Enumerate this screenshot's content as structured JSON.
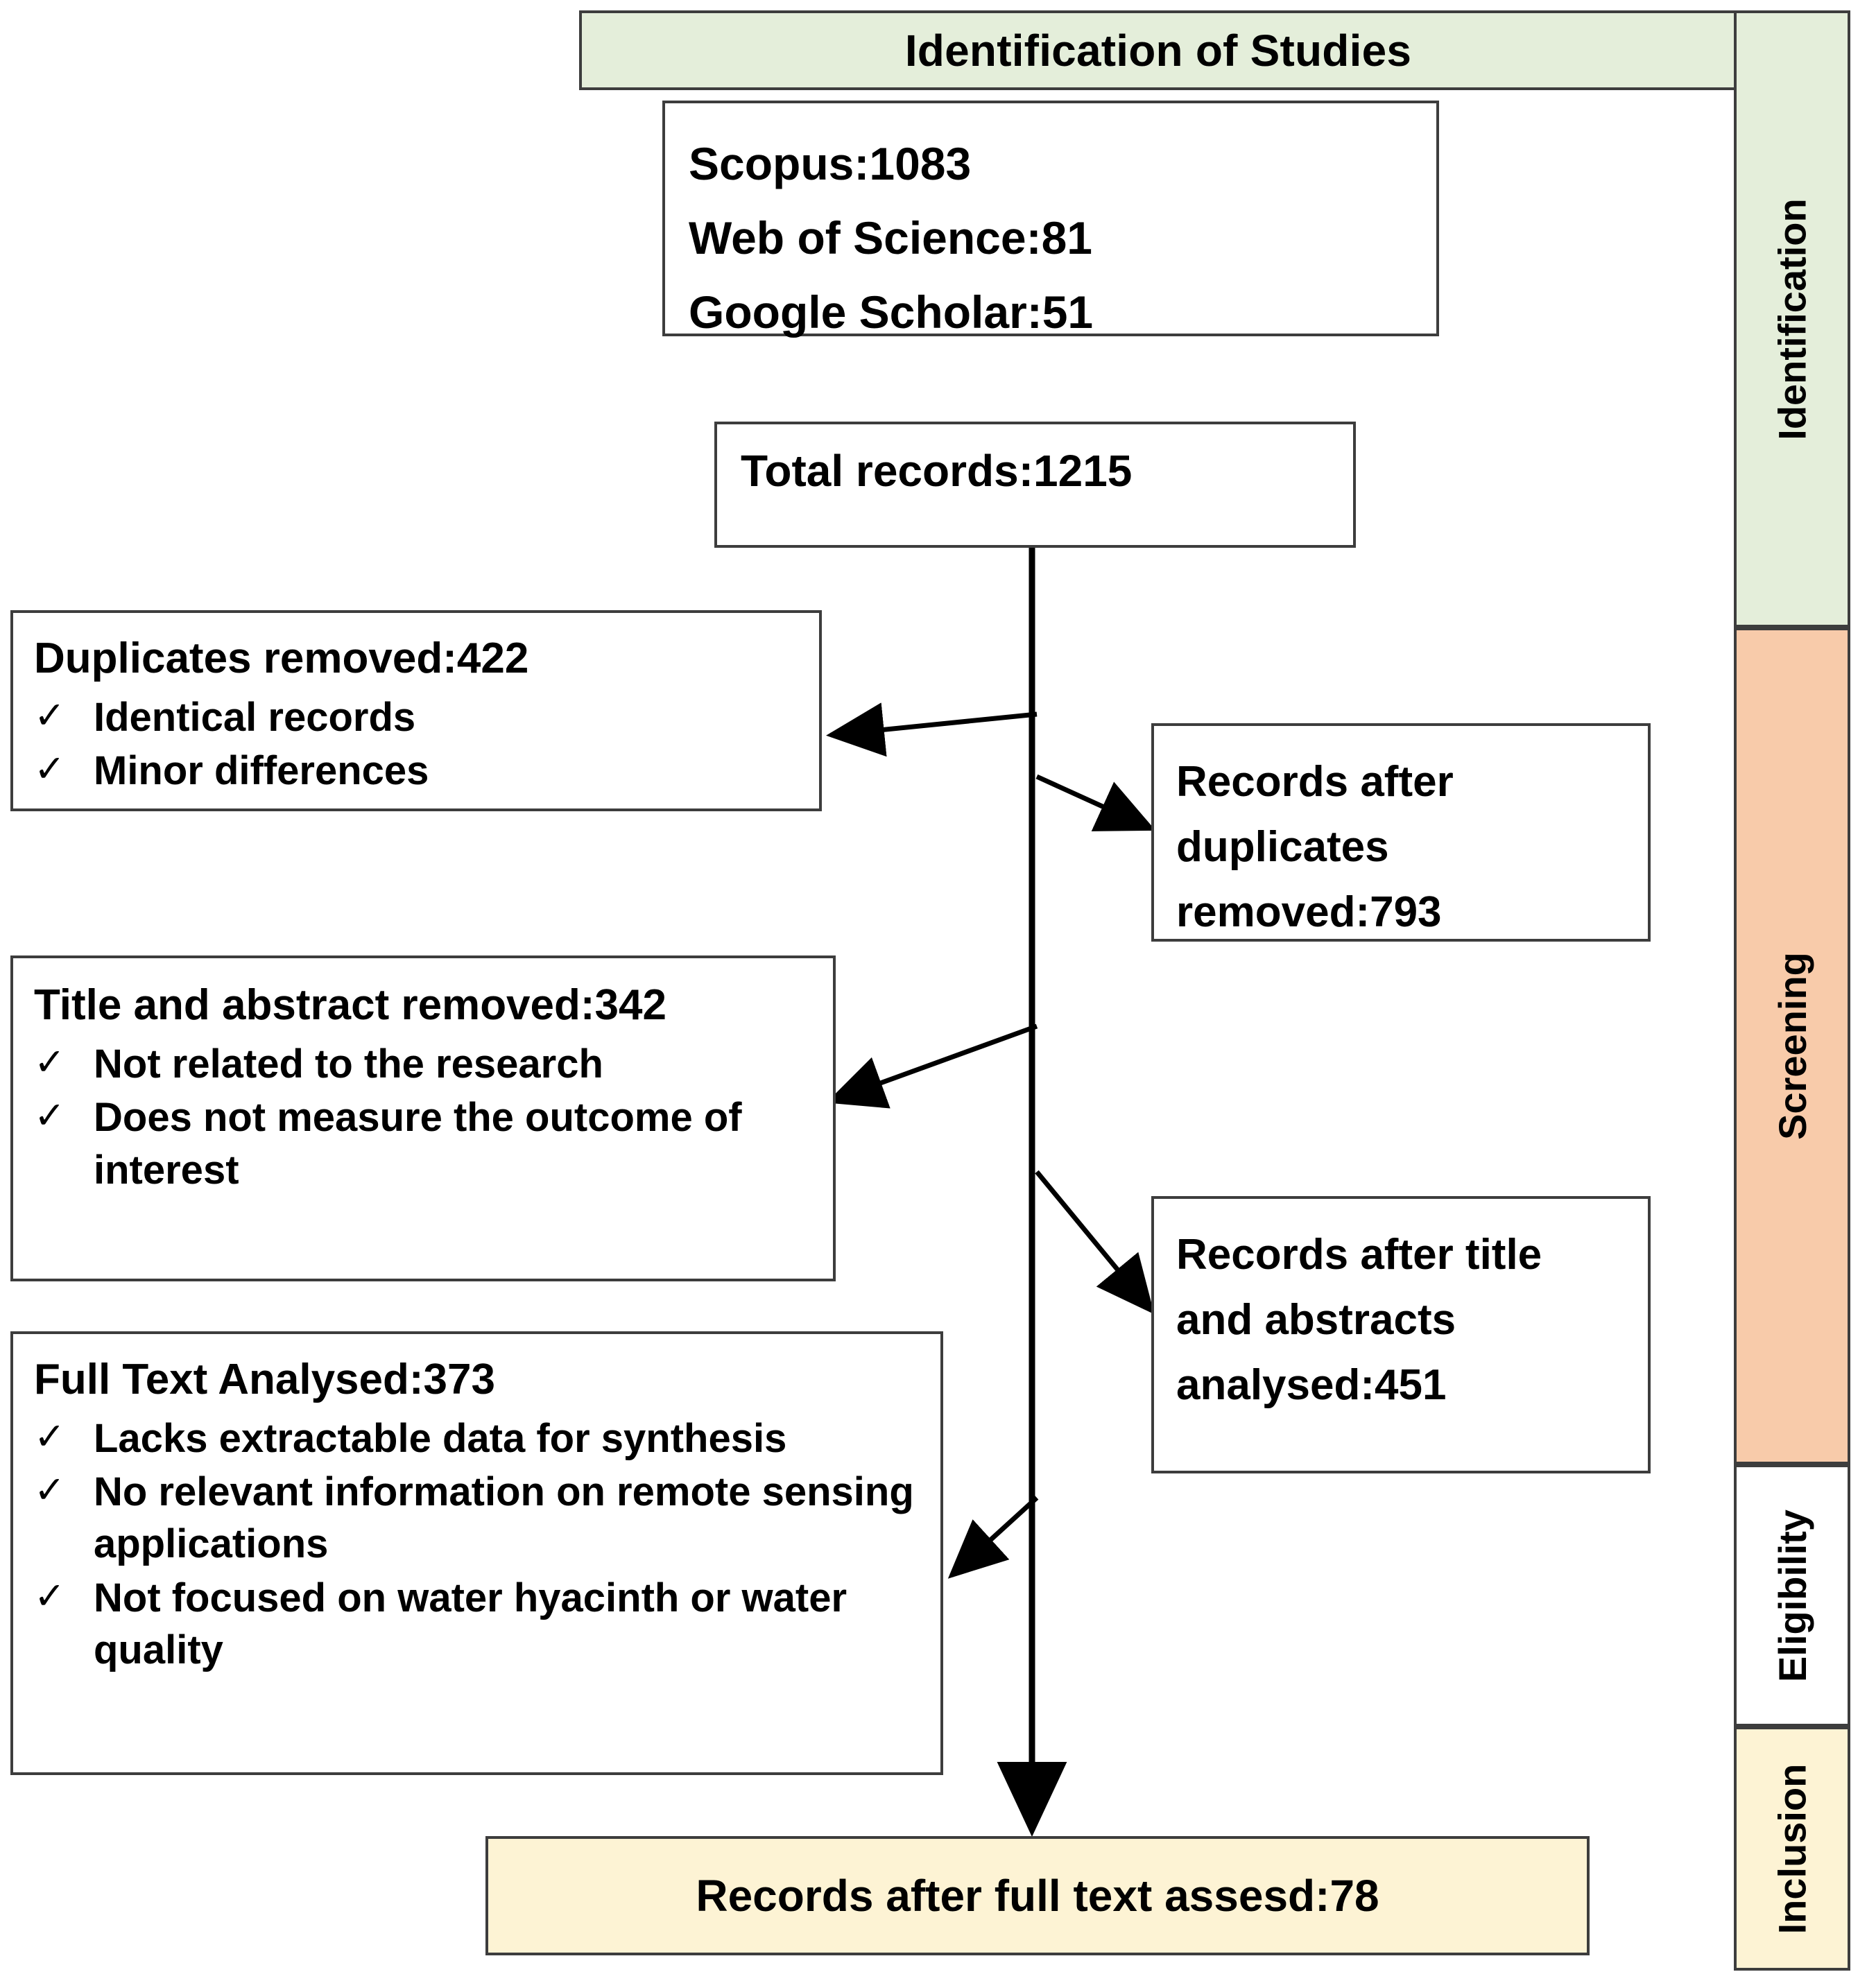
{
  "header": {
    "title": "Identification of Studies"
  },
  "sources": {
    "lines": [
      "Scopus:1083",
      "Web of Science:81",
      "Google Scholar:51"
    ]
  },
  "total_records": {
    "label": "Total records:1215"
  },
  "exclusions": [
    {
      "id": "duplicates-removed",
      "heading": "Duplicates removed:422",
      "items": [
        "Identical records",
        "Minor differences"
      ]
    },
    {
      "id": "title-abstract-removed",
      "heading": "Title and abstract removed:342",
      "items": [
        "Not related to the research",
        "Does not measure the outcome of interest"
      ]
    },
    {
      "id": "full-text-analysed",
      "heading": "Full Text Analysed:373",
      "items": [
        "Lacks extractable data for synthesis",
        "No relevant information on remote sensing applications",
        "Not focused on water hyacinth or water quality"
      ]
    }
  ],
  "retained": [
    {
      "id": "records-after-duplicates",
      "label": "Records after duplicates removed:793"
    },
    {
      "id": "records-after-title-abstracts",
      "label": "Records after title and abstracts analysed:451"
    }
  ],
  "final": {
    "label": "Records after full text assesd:78"
  },
  "stages": [
    {
      "id": "identification",
      "label": "Identification",
      "color": "#e4eeda"
    },
    {
      "id": "screening",
      "label": "Screening",
      "color": "#f8cbaa"
    },
    {
      "id": "eligibility",
      "label": "Eligibility",
      "color": "#ffffff"
    },
    {
      "id": "inclusion",
      "label": "Inclusion",
      "color": "#fdf3d4"
    }
  ],
  "icons": {
    "check": "✓"
  },
  "colors": {
    "identification": "#e4eeda",
    "screening": "#f8cbaa",
    "eligibility": "#ffffff",
    "inclusion": "#fdf3d4",
    "border": "#3d3d3d",
    "line": "#000000"
  },
  "chart_data": {
    "type": "flow",
    "title": "PRISMA study selection flow",
    "nodes": [
      {
        "id": "scopus",
        "label": "Scopus",
        "value": 1083
      },
      {
        "id": "wos",
        "label": "Web of Science",
        "value": 81
      },
      {
        "id": "gscholar",
        "label": "Google Scholar",
        "value": 51
      },
      {
        "id": "total",
        "label": "Total records",
        "value": 1215
      },
      {
        "id": "dupes_removed",
        "label": "Duplicates removed",
        "value": 422
      },
      {
        "id": "after_dupes",
        "label": "Records after duplicates removed",
        "value": 793
      },
      {
        "id": "ta_removed",
        "label": "Title and abstract removed",
        "value": 342
      },
      {
        "id": "after_ta",
        "label": "Records after title and abstracts analysed",
        "value": 451
      },
      {
        "id": "fulltext",
        "label": "Full Text Analysed",
        "value": 373
      },
      {
        "id": "included",
        "label": "Records after full text assesd",
        "value": 78
      }
    ],
    "edges": [
      {
        "from": "total",
        "to": "dupes_removed"
      },
      {
        "from": "total",
        "to": "after_dupes"
      },
      {
        "from": "total",
        "to": "ta_removed"
      },
      {
        "from": "total",
        "to": "after_ta"
      },
      {
        "from": "total",
        "to": "fulltext"
      },
      {
        "from": "total",
        "to": "included"
      }
    ]
  }
}
